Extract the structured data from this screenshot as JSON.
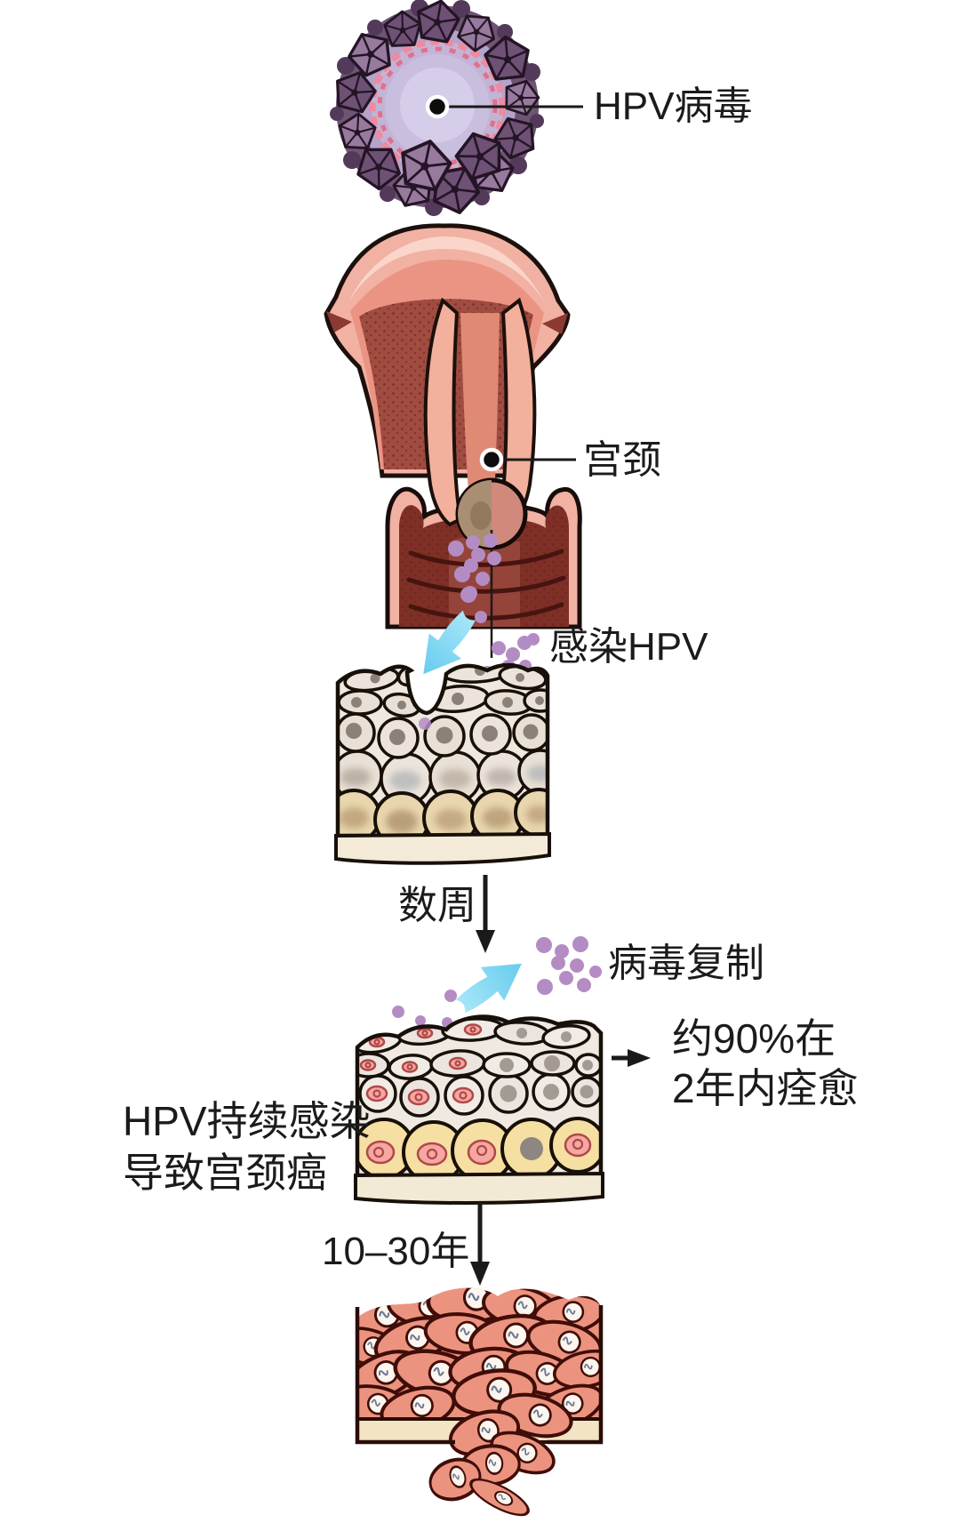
{
  "figure": {
    "kind": "hpv-cervical-cancer-progression-diagram",
    "language": "zh-CN"
  },
  "labels": {
    "virus": "HPV病毒",
    "cervix": "宫颈",
    "infection": "感染HPV",
    "duration_weeks": "数周",
    "replication": "病毒复制",
    "outcome_line1": "约90%在",
    "outcome_line2": "2年内痊愈",
    "persistence_line1": "HPV持续感染",
    "persistence_line2": "导致宫颈癌",
    "duration_years": "10–30年"
  },
  "illustrations": [
    {
      "name": "hpv-virus-particle"
    },
    {
      "name": "uterus-and-cervix"
    },
    {
      "name": "cervical-epithelium-infected"
    },
    {
      "name": "cervical-epithelium-virus-replication"
    },
    {
      "name": "cervical-cancer-tissue"
    }
  ],
  "colors": {
    "background": "#ffffff",
    "text": "#1b1b1b",
    "virus_capsomere": "#6e5175",
    "virus_core": "#c9bede",
    "virus_genome_pink": "#ef8aa0",
    "virus_particle_dot": "#b48cc4",
    "cyan_arrow": "#7dd3f1",
    "uterus_outer_pink": "#f1b1a3",
    "uterus_interior": "#a04c41",
    "vagina_dark": "#7e2f26",
    "epithelium_cell": "#ece4da",
    "basal_cell_yellow": "#f6dfa2",
    "infected_nucleus_pink": "#f5a7a2",
    "cancer_cell_salmon": "#ec937f"
  }
}
